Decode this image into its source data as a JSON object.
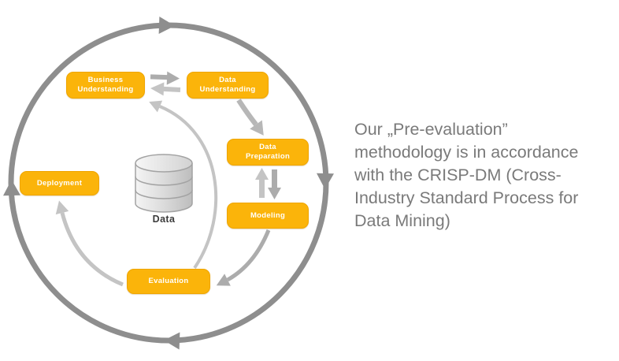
{
  "diagram": {
    "name": "CRISP-DM process cycle",
    "nodes": [
      {
        "id": "business-understanding",
        "label": "Business\nUnderstanding"
      },
      {
        "id": "data-understanding",
        "label": "Data\nUnderstanding"
      },
      {
        "id": "data-preparation",
        "label": "Data\nPreparation"
      },
      {
        "id": "modeling",
        "label": "Modeling"
      },
      {
        "id": "evaluation",
        "label": "Evaluation"
      },
      {
        "id": "deployment",
        "label": "Deployment"
      }
    ],
    "database_label": "Data"
  },
  "caption": {
    "lines": [
      "Our „Pre-evaluation”",
      "methodology is in accordance",
      "with the CRISP-DM (Cross-",
      "Industry Standard Process for",
      "Data Mining)"
    ]
  },
  "colors": {
    "node_fill": "#FBB40A",
    "node_border": "#EFA500",
    "node_text": "#FFFFFF",
    "cycle": "#8E8E8E",
    "arrow_mid": "#ACACAC",
    "arrow_light": "#C4C4C4",
    "arrow_soft": "#B7B7B7",
    "data_text": "#3B3B3B",
    "caption_text": "#7A7A7A",
    "db_stroke": "#A3A3A3"
  }
}
